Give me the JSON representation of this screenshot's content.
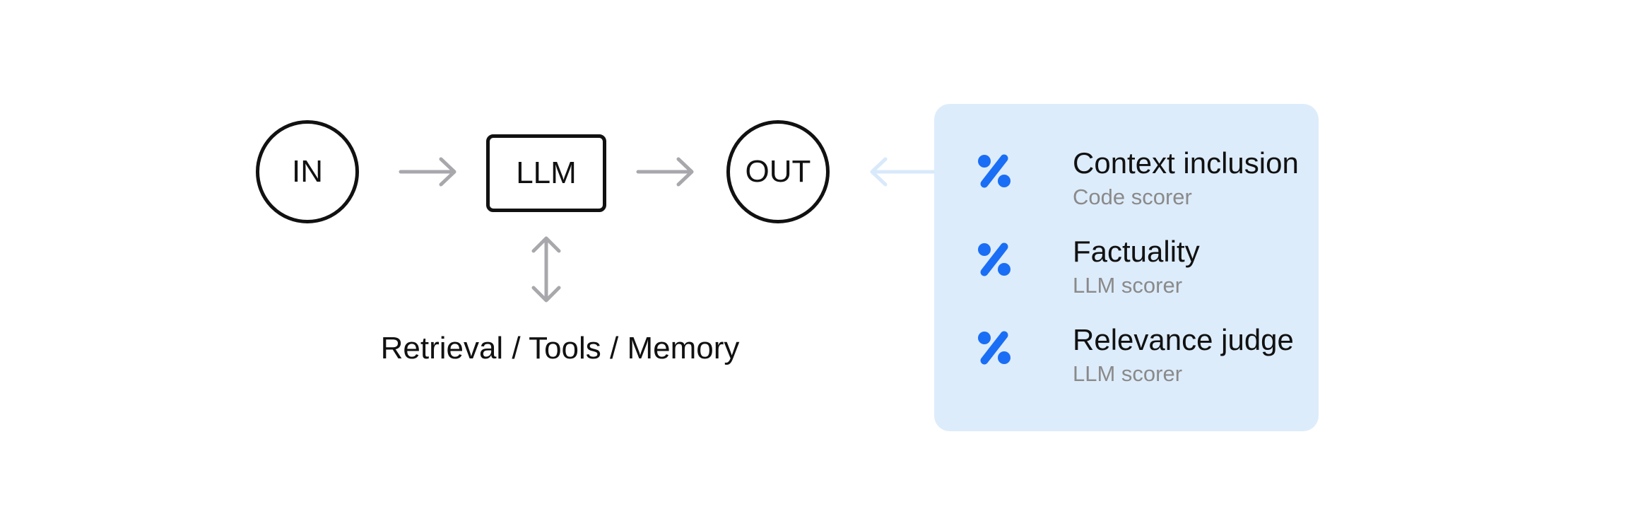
{
  "diagram": {
    "nodes": {
      "input": "IN",
      "model": "LLM",
      "output": "OUT"
    },
    "caption": "Retrieval / Tools / Memory",
    "scorers": [
      {
        "name": "Context inclusion",
        "type": "Code scorer",
        "icon": "percent-icon"
      },
      {
        "name": "Factuality",
        "type": "LLM scorer",
        "icon": "percent-icon"
      },
      {
        "name": "Relevance judge",
        "type": "LLM scorer",
        "icon": "percent-icon"
      }
    ]
  },
  "colors": {
    "node_stroke": "#111111",
    "arrow": "#a8a8ac",
    "feedback_arrow": "#d8e9fb",
    "panel_background": "#ddecfb",
    "icon_blue": "#1a6ef5",
    "secondary_text": "#8a8a8a"
  }
}
